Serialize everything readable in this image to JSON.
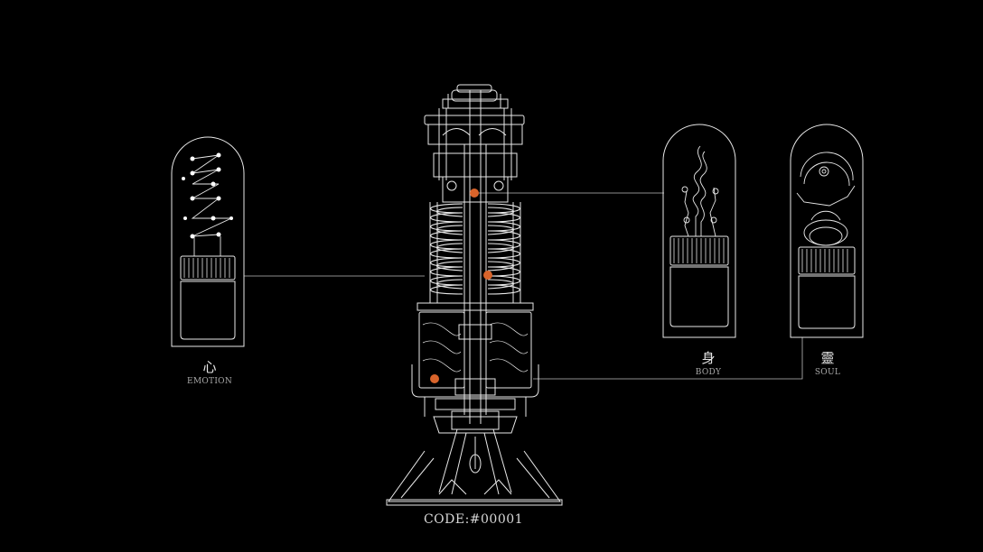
{
  "modules": [
    {
      "id": "emotion",
      "glyph": "心",
      "label": "EMOTION"
    },
    {
      "id": "body",
      "glyph": "身",
      "label": "BODY"
    },
    {
      "id": "soul",
      "glyph": "靈",
      "label": "SOUL"
    }
  ],
  "code_label": "CODE:#00001",
  "colors": {
    "background": "#000000",
    "line": "#e8e8e8",
    "accent": "#d9642b"
  }
}
